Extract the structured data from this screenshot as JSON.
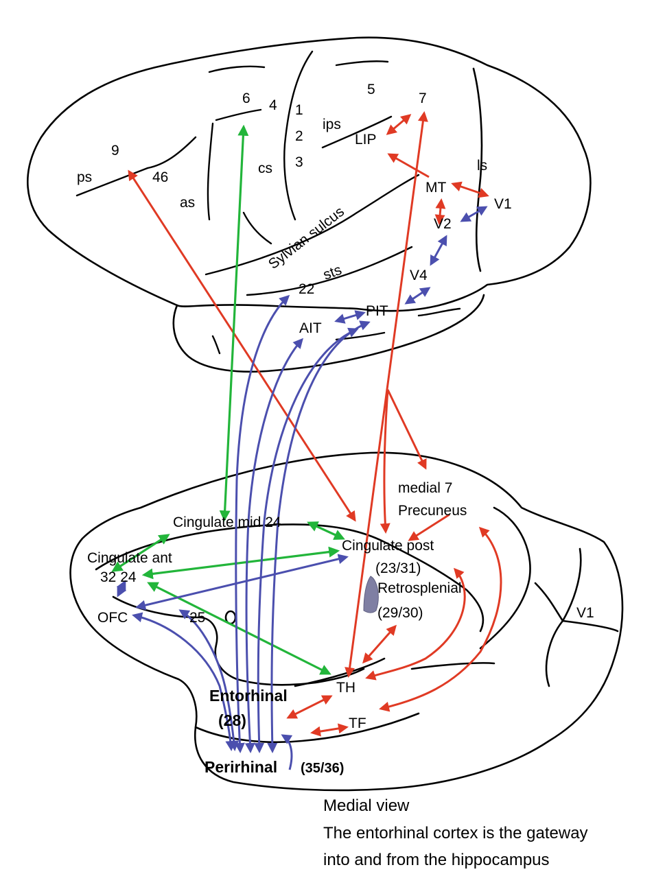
{
  "lateral_labels": {
    "area_6": "6",
    "area_4": "4",
    "area_1": "1",
    "area_2": "2",
    "area_3": "3",
    "area_5": "5",
    "area_7": "7",
    "ips": "ips",
    "lip": "LIP",
    "area_9": "9",
    "ps": "ps",
    "area_46": "46",
    "cs": "cs",
    "as": "as",
    "ls": "ls",
    "mt": "MT",
    "v1": "V1",
    "v2": "V2",
    "sylvian": "Sylvian sulcus",
    "area_22": "22",
    "sts": "sts",
    "v4": "V4",
    "pit": "PIT",
    "ait": "AIT"
  },
  "medial_labels": {
    "medial7": "medial 7",
    "precuneus": "Precuneus",
    "cingulate_mid": "Cingulate mid 24",
    "cingulate_post": "Cingulate post",
    "cingulate_post_num": "(23/31)",
    "cingulate_ant": "Cingulate ant",
    "ant_32_24": "32 24",
    "retrosplenial": "Retrosplenial",
    "retro_num": "(29/30)",
    "ofc": "OFC",
    "area_25": "25",
    "v1": "V1",
    "th": "TH",
    "tf": "TF",
    "entorhinal": "Entorhinal",
    "ento_num": "(28)",
    "perirhinal": "Perirhinal",
    "peri_num": "(35/36)"
  },
  "caption": {
    "line1": "Medial view",
    "line2": "The entorhinal  cortex is the gateway",
    "line3": "into and from the hippocampus"
  },
  "colors": {
    "red": "#e03a24",
    "green": "#22b53a",
    "blue": "#4b4fae",
    "retrosplenial_fill": "#7f7fa3"
  }
}
